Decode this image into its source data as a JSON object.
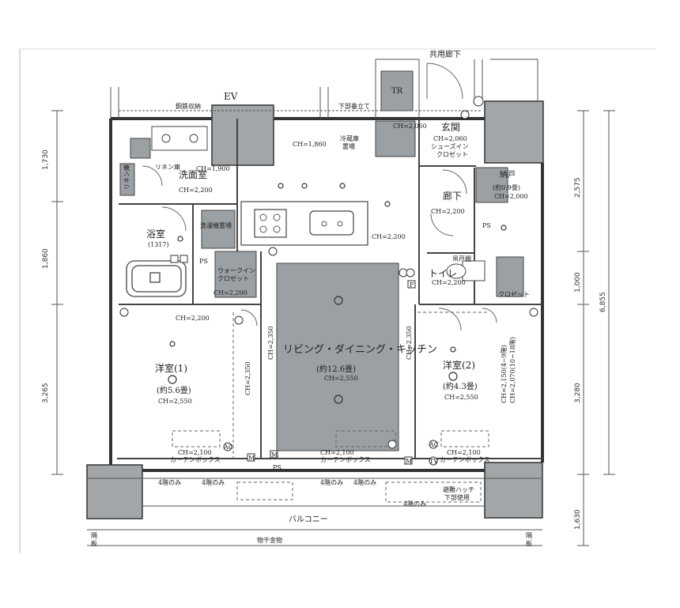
{
  "labels": {
    "corridor": "共用廊下",
    "ev": "EV",
    "chimney": "鋼鉄収納",
    "down_hanging": "下部垂立て",
    "tr": "TR",
    "genkan": "玄関",
    "genkan_ch": "CH=2,060",
    "shoe_closet": "シューズイン\nクロゼット",
    "ch_2060": "CH=2,060",
    "fridge": "冷蔵庫\n置場",
    "ch_1860": "CH=1,860",
    "senmen": "洗面室",
    "senmen_ch": "CH=2,200",
    "linen": "リネン\n庫",
    "ch_1900": "CH=1,900",
    "linen_sm": "リネン庫",
    "bath": "浴室",
    "bath_size": "(1317)",
    "washer": "洗濯機置場",
    "ps1": "PS",
    "walkin": "ウォークイン\nクロゼット",
    "walkin_ch": "CH=2,200",
    "hall": "廊下",
    "hall_ch": "CH=2,200",
    "nando": "納戸",
    "nando_size": "(約0.9畳)",
    "nando_ch": "CH=2,000",
    "ps2": "PS",
    "toilet": "トイレ",
    "toilet_ch": "CH=2,200",
    "tsuri": "吊戸棚",
    "closet": "クロゼット",
    "ldk_ch_top": "CH=2,200",
    "ldk": "リビング・ダイニング・キッチン",
    "ldk_size": "(約12.6畳)",
    "ldk_ch": "CH=2,550",
    "ch_2350a": "CH=2,350",
    "ch_2350b": "CH=2,350",
    "ch_2350c": "CH=2,350",
    "ch_2200_left": "CH=2,200",
    "youshitsu1": "洋室(1)",
    "youshitsu1_size": "(約5.6畳)",
    "youshitsu1_ch": "CH=2,550",
    "youshitsu2": "洋室(2)",
    "youshitsu2_size": "(約4.3畳)",
    "youshitsu2_ch": "CH=2,550",
    "ch_side": "CH=2,150(4~9階)\nCH=2,070(10~18階)",
    "curtain": "カーテンボックス",
    "ch_2100": "CH=2,100",
    "ch_2100b": "CH=2,100",
    "ch_2100c": "CH=2,100",
    "fourth_only": "4階のみ",
    "ps3": "PS",
    "balcony": "バルコニー",
    "hoshi": "物干金物",
    "shikiri": "隔\n板",
    "emergency": "避難ハッチ\n下部使用",
    "ac": "AC",
    "m": "M",
    "tv": "TV",
    "f": "F"
  },
  "dimensions": {
    "left": [
      "1,730",
      "1,860",
      "3,265"
    ],
    "right": [
      "2,575",
      "1,000",
      "3,280",
      "1,630"
    ],
    "right_total": "6,855"
  },
  "colors": {
    "wall": "#3a3a3a",
    "gray_fill": "#9aa0a4",
    "pillar_fill": "#a3a6a8",
    "line": "#444444"
  }
}
